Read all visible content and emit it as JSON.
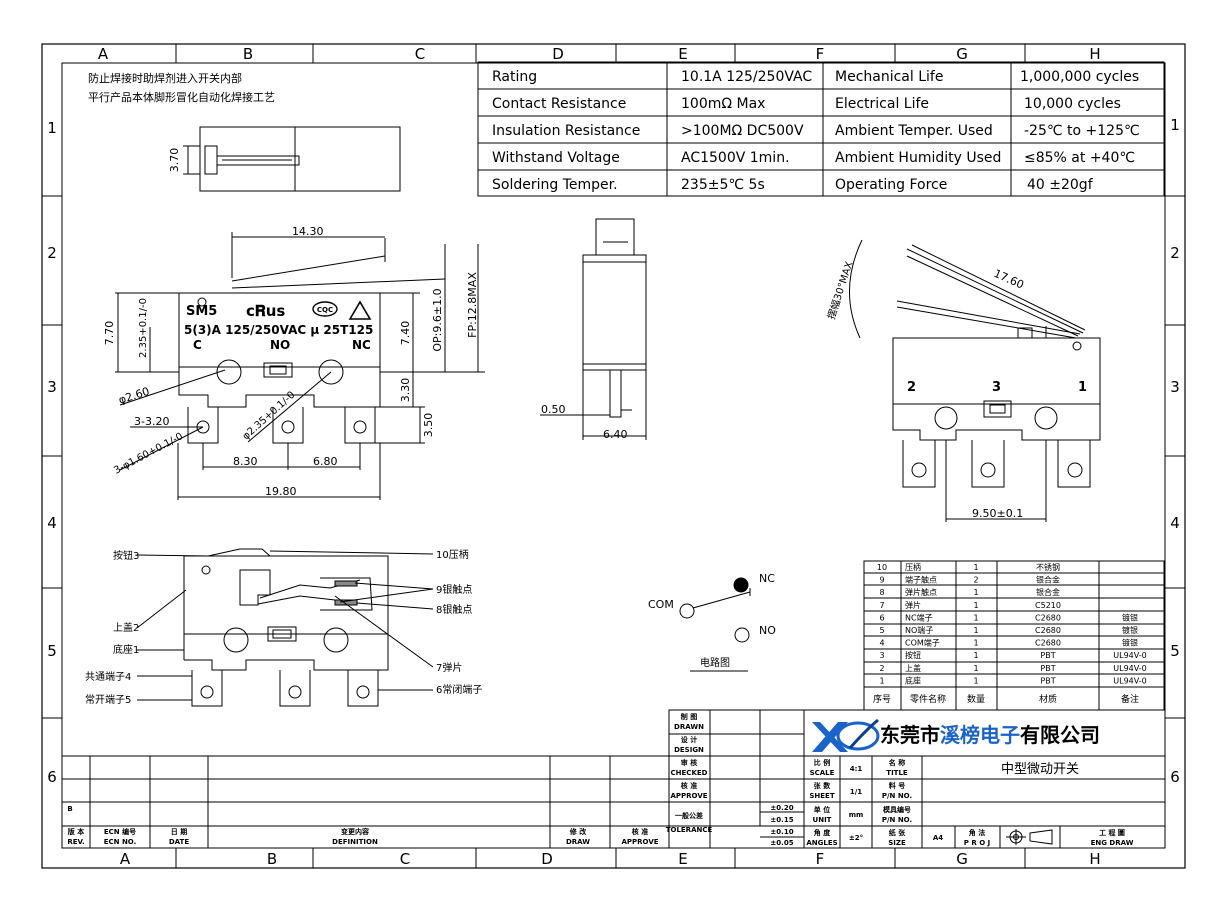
{
  "frame": {
    "columns": [
      "A",
      "B",
      "C",
      "D",
      "E",
      "F",
      "G",
      "H"
    ],
    "rows": [
      "1",
      "2",
      "3",
      "4",
      "5",
      "6"
    ]
  },
  "notes": {
    "line1": "防止焊接时助焊剂进入开关内部",
    "line2": "平行产品本体脚形冒化自动化焊接工艺"
  },
  "specs": [
    {
      "label": "Rating",
      "value": "10.1A  125/250VAC",
      "label2": "Mechanical Life",
      "value2": "1,000,000 cycles"
    },
    {
      "label": "Contact Resistance",
      "value": "100mΩ  Max",
      "label2": "Electrical Life",
      "value2": "10,000 cycles"
    },
    {
      "label": "Insulation Resistance",
      "value": ">100MΩ DC500V",
      "label2": "Ambient Temper. Used",
      "value2": "-25℃ to +125℃"
    },
    {
      "label": "Withstand Voltage",
      "value": "AC1500V  1min.",
      "label2": "Ambient Humidity Used",
      "value2": "≤85% at +40℃"
    },
    {
      "label": "Soldering Temper.",
      "value": "235±5℃ 5s",
      "label2": "Operating Force",
      "value2": "40 ±20gf"
    }
  ],
  "top_view": {
    "dim_h": "3.70"
  },
  "front_view": {
    "dim_lever": "14.30",
    "dim_h1": "7.70",
    "dim_h2": "2.35+0.1/-0",
    "dim_h3": "7.40",
    "dim_op": "OP:9.6±1.0",
    "dim_fp": "FP:12.8MAX",
    "dim_330": "3.30",
    "dim_350": "3.50",
    "dim_hole1": "φ2.60",
    "dim_hole2": "φ2.35+0.1/-0",
    "dim_320": "3-3.20",
    "dim_160": "3-φ1.60+0.1/-0",
    "dim_830": "8.30",
    "dim_680": "6.80",
    "dim_1980": "19.80",
    "mark_model": "SM5",
    "mark_rating": "5(3)A 125/250VAC μ 25T125",
    "mark_ul": "c𝐑us",
    "mark_cqc": "CQC",
    "pin_c": "C",
    "pin_no": "NO",
    "pin_nc": "NC"
  },
  "side_view": {
    "dim_050": "0.50",
    "dim_640": "6.40"
  },
  "iso_view": {
    "dim_1760": "17.60",
    "dim_angle": "摆幅30°MAX",
    "pin2": "2",
    "pin3": "3",
    "pin1": "1",
    "dim_950": "9.50±0.1"
  },
  "section_view": {
    "left": [
      "按钮3",
      "上盖2",
      "底座1",
      "共通端子4",
      "常开端子5"
    ],
    "right": [
      "10压柄",
      "9银触点",
      "8银触点",
      "7弹片",
      "6常闭端子"
    ]
  },
  "circuit": {
    "com": "COM",
    "nc": "NC",
    "no": "NO",
    "caption": "电路图"
  },
  "bom": {
    "headers": [
      "序号",
      "零件名称",
      "数量",
      "材质",
      "备注"
    ],
    "rows": [
      [
        "10",
        "压柄",
        "1",
        "不锈钢",
        ""
      ],
      [
        "9",
        "端子触点",
        "2",
        "银合金",
        ""
      ],
      [
        "8",
        "弹片触点",
        "1",
        "银合金",
        ""
      ],
      [
        "7",
        "弹片",
        "1",
        "C5210",
        ""
      ],
      [
        "6",
        "NC端子",
        "1",
        "C2680",
        "镀银"
      ],
      [
        "5",
        "NO端子",
        "1",
        "C2680",
        "镀银"
      ],
      [
        "4",
        "COM端子",
        "1",
        "C2680",
        "镀银"
      ],
      [
        "3",
        "按钮",
        "1",
        "PBT",
        "UL94V-0"
      ],
      [
        "2",
        "上盖",
        "1",
        "PBT",
        "UL94V-0"
      ],
      [
        "1",
        "底座",
        "1",
        "PBT",
        "UL94V-0"
      ]
    ]
  },
  "title_block": {
    "drawn_cn": "制 图",
    "drawn_en": "DRAWN",
    "design_cn": "设 计",
    "design_en": "DESIGN",
    "checked_cn": "审 核",
    "checked_en": "CHECKED",
    "approve_cn": "核 准",
    "approve_en": "APPROVE",
    "tol_cn": "一般公差",
    "tol_en": "TOLERANCE",
    "tol_vals": [
      "±0.20",
      "±0.15",
      "±0.10",
      "±0.05"
    ],
    "scale_cn": "比 例",
    "scale_en": "SCALE",
    "scale_val": "4:1",
    "sheet_cn": "张 数",
    "sheet_en": "SHEET",
    "sheet_val": "1/1",
    "unit_cn": "单 位",
    "unit_en": "UNIT",
    "unit_val": "mm",
    "angle_cn": "角 度",
    "angle_en": "ANGLES",
    "angle_val": "±2°",
    "name_cn": "名 称",
    "name_en": "TITLE",
    "name_val": "中型微动开关",
    "pn_cn": "料 号",
    "pn_en": "P/N NO.",
    "mold_cn": "模具编号",
    "mold_en": "P/N NO.",
    "size_cn": "纸 张",
    "size_en": "SIZE",
    "size_val": "A4",
    "proj_cn": "角 法",
    "proj_en": "P R O J",
    "eng_cn": "工 程 圖",
    "eng_en": "ENG DRAW",
    "company": "东莞市溪榜电子有限公司",
    "company_a": "东莞市",
    "company_b": "溪榜电子",
    "company_c": "有限公司"
  },
  "revision": {
    "b_label": "B",
    "rev_cn": "版 本",
    "rev_en": "REV.",
    "ecn_cn": "ECN 编号",
    "ecn_en": "ECN NO.",
    "date_cn": "日 期",
    "date_en": "DATE",
    "def_cn": "变更内容",
    "def_en": "DEFINITION",
    "drw_cn": "修 改",
    "drw_en": "DRAW",
    "apr_cn": "核 准",
    "apr_en": "APPROVE"
  },
  "colors": {
    "line": "#000000",
    "company_blue": "#1a63c9",
    "company_dark": "#000000"
  }
}
